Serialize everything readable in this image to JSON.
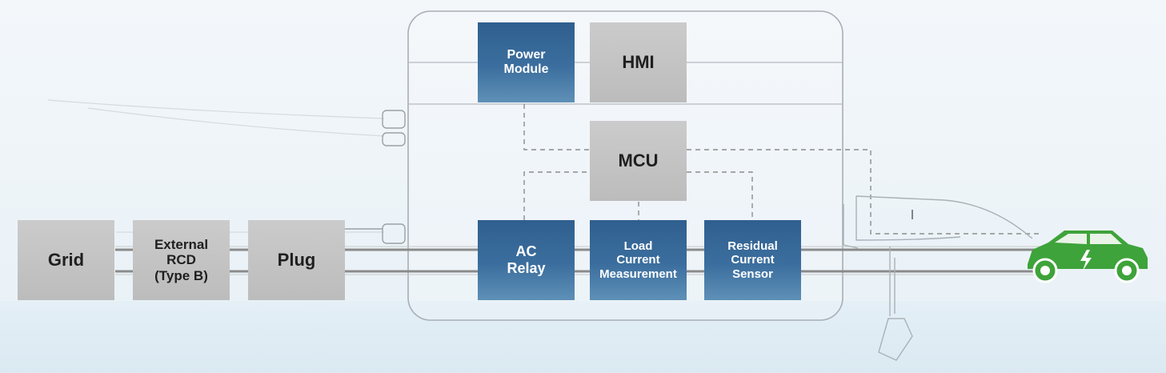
{
  "blocks": {
    "grid": "Grid",
    "external_rcd": "External\nRCD\n(Type B)",
    "plug": "Plug",
    "power_module": "Power\nModule",
    "hmi": "HMI",
    "mcu": "MCU",
    "ac_relay": "AC\nRelay",
    "load_current": "Load\nCurrent\nMeasurement",
    "residual_current": "Residual\nCurrent\nSensor"
  },
  "colors": {
    "gray_block": "#bfbfbf",
    "blue_block": "#3b6e9e",
    "car_green": "#3ea33a",
    "line": "#8a8a8a"
  },
  "icons": [
    "electric-car-icon",
    "charging-connector-icon",
    "power-plug-icon"
  ]
}
